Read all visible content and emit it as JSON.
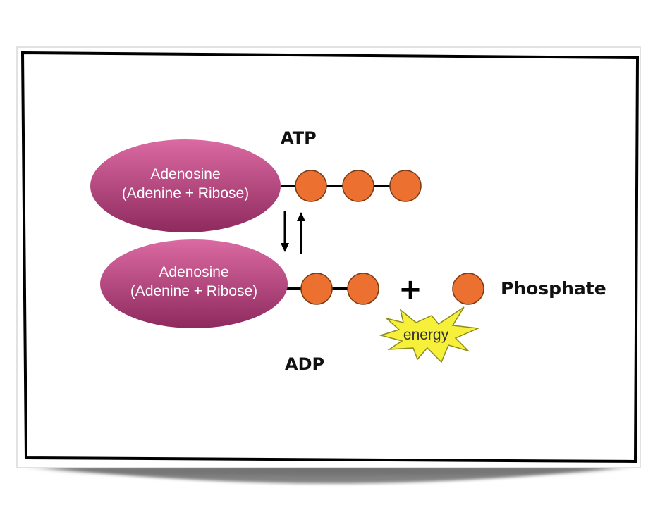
{
  "diagram": {
    "atp_label": "ATP",
    "adp_label": "ADP",
    "atp_molecule": {
      "adenosine_line1": "Adenosine",
      "adenosine_line2": "(Adenine + Ribose)",
      "phosphate_count": 3
    },
    "adp_molecule": {
      "adenosine_line1": "Adenosine",
      "adenosine_line2": "(Adenine + Ribose)",
      "phosphate_count": 2
    },
    "plus_sign": "+",
    "free_phosphate_label": "Phosphate",
    "energy_label": "energy",
    "arrows": [
      "down",
      "up"
    ]
  },
  "colors": {
    "adenosine_top": "#d9679f",
    "adenosine_bottom": "#8f2b5f",
    "phosphate_fill": "#ec7130",
    "phosphate_stroke": "#7a3a14",
    "energy_fill": "#f6f03a",
    "energy_stroke": "#8c8a20",
    "frame_border": "#000000"
  }
}
